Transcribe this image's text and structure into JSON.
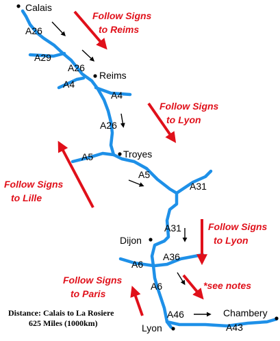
{
  "towns": {
    "calais": "Calais",
    "reims": "Reims",
    "troyes": "Troyes",
    "dijon": "Dijon",
    "lyon": "Lyon",
    "chambery": "Chambery"
  },
  "roads": {
    "a26_1": "A26",
    "a29": "A29",
    "a26_2": "A26",
    "a4_1": "A4",
    "a4_2": "A4",
    "a26_3": "A26",
    "a5_1": "A5",
    "a5_2": "A5",
    "a31_1": "A31",
    "a31_2": "A31",
    "a36": "A36",
    "a6_1": "A6",
    "a6_2": "A6",
    "a46": "A46",
    "a43": "A43"
  },
  "directions": {
    "reims": [
      "Follow Signs",
      "to Reims"
    ],
    "lyon_1": [
      "Follow Signs",
      "to Lyon"
    ],
    "lille": [
      "Follow Signs",
      "to Lille"
    ],
    "lyon_2": [
      "Follow Signs",
      "to Lyon"
    ],
    "paris": [
      "Follow Signs",
      "to Paris"
    ],
    "notes": "*see notes"
  },
  "footnote": {
    "line1": "Distance: Calais to La Rosiere",
    "line2": "625 Miles (1000km)"
  },
  "colors": {
    "road": "#1e90e8",
    "arrow_red": "#e0101a",
    "arrow_black": "#000000"
  }
}
